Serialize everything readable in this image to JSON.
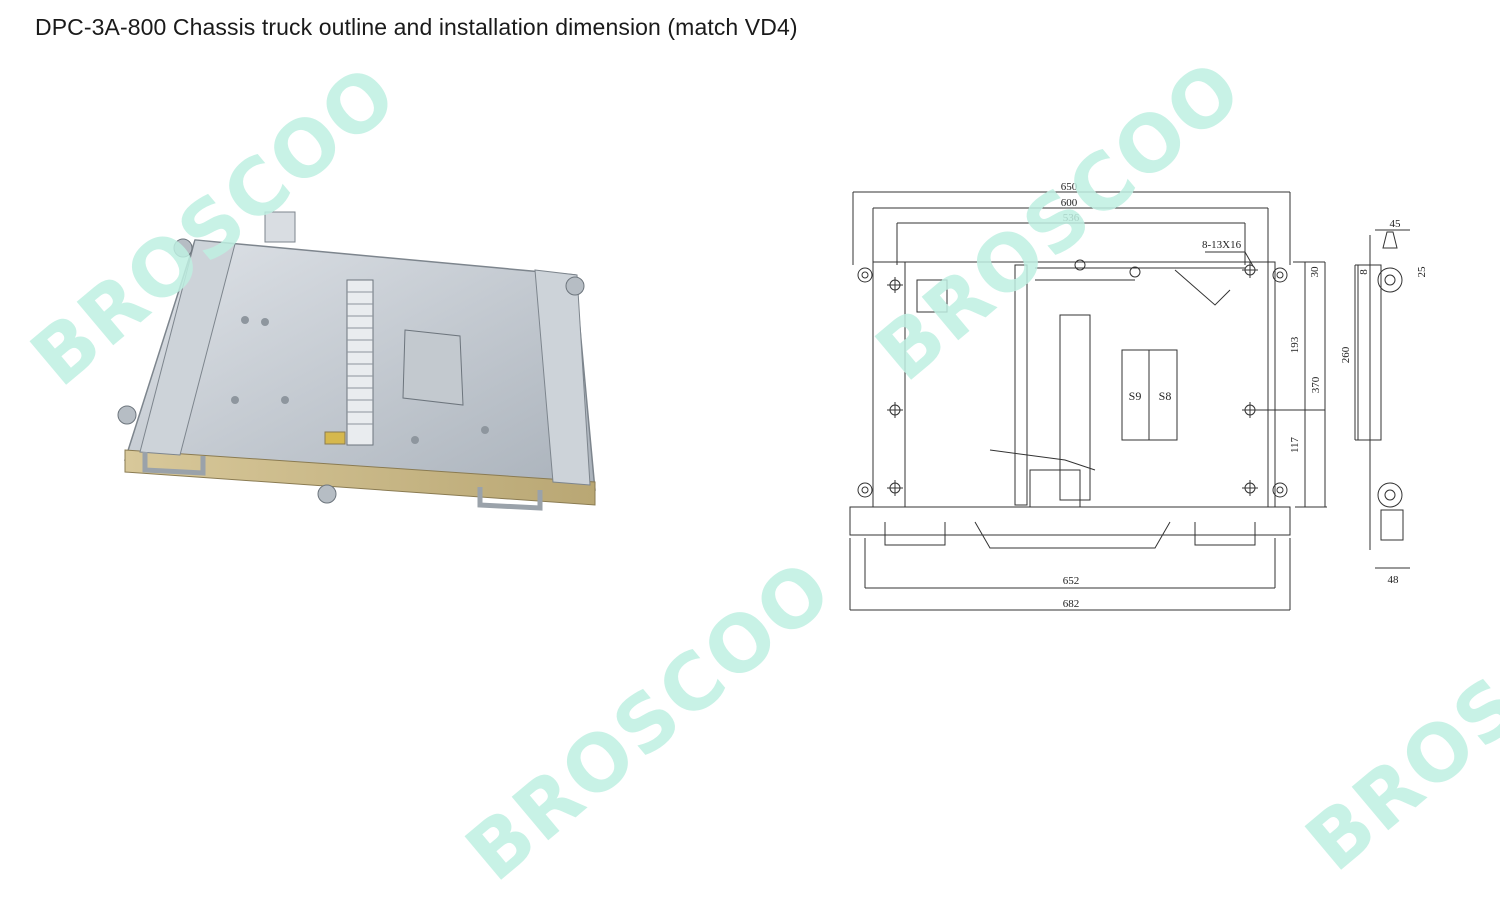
{
  "title": "DPC-3A-800 Chassis truck outline and installation dimension (match VD4)",
  "watermark": "BROSCOO",
  "photo": {
    "alt": "Chassis truck photo"
  },
  "drawing": {
    "dimensions": {
      "d650": "650",
      "d600": "600",
      "d536": "536",
      "hole": "8-13X16",
      "d30": "30",
      "d193": "193",
      "d370": "370",
      "d117": "117",
      "d652": "652",
      "d682": "682",
      "d45": "45",
      "d8": "8",
      "d25": "25",
      "d260": "260",
      "d48": "48"
    },
    "labels": {
      "s9": "S9",
      "s8": "S8"
    }
  },
  "colors": {
    "watermark": "#bff0e2",
    "metal": "#c9cfd6",
    "line": "#333333"
  }
}
